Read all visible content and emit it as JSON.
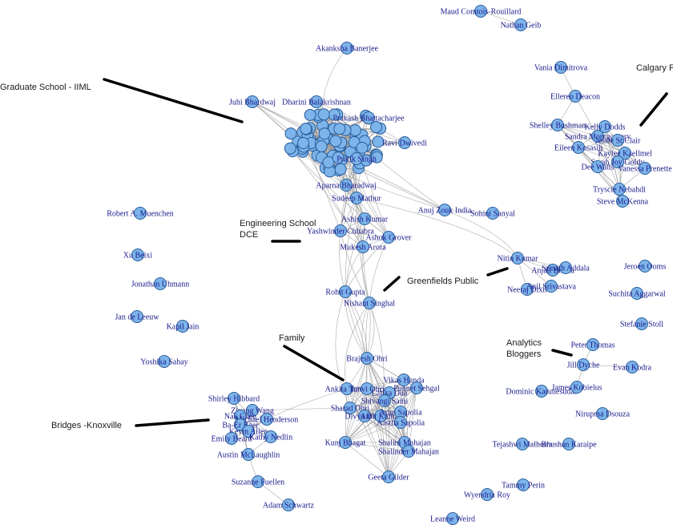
{
  "colors": {
    "node_fill": "#7db4ea",
    "node_stroke": "#2a5d9a",
    "edge": "#9a9a9a",
    "label": "#1a1a8c",
    "annotation": "#1a1a1a"
  },
  "annotations": [
    {
      "id": "graduate",
      "lines": [
        "Graduate School - IIML"
      ]
    },
    {
      "id": "calgary",
      "lines": [
        "Calgary F"
      ]
    },
    {
      "id": "engineering",
      "lines": [
        "Engineering School",
        "DCE"
      ]
    },
    {
      "id": "greenfields",
      "lines": [
        "Greenfields Public"
      ]
    },
    {
      "id": "family",
      "lines": [
        "Family"
      ]
    },
    {
      "id": "analytics",
      "lines": [
        "Analytics",
        "Bloggers"
      ]
    },
    {
      "id": "bridges",
      "lines": [
        "Bridges -Knoxville"
      ]
    }
  ],
  "nodes": [
    "Maud Comtois-Rouillard",
    "Nathan Geib",
    "Akanksha Banerjee",
    "Vania Dimitrova",
    "Ellereo Deacon",
    "Juhi Bhardwaj",
    "Dharini Balakrishnan",
    "Prakash Bhattacharjee",
    "Ravi Dwivedi",
    "Pratik Singh",
    "Aparna Bharadwaj",
    "Sudeep Mathur",
    "Anuj Zouk India",
    "Sohini Sanyal",
    "Ashish Kumar",
    "Yashwinder Chhabra",
    "Ashok Grover",
    "Mukesh Arora",
    "Nitin Kumar",
    "Anjali Bhatia",
    "Srinath Addala",
    "Neeraj Dixit",
    "Anil Srivastava",
    "Rohit Gupta",
    "Nishant Singhal",
    "Shelley Bushman",
    "Kelly Dodds",
    "Sandra Montgomery",
    "Jessie St.Clair",
    "Eileen Kosasih",
    "Kaylee Kaellmel",
    "Sarah Joy Goldy",
    "Dee Watts",
    "Vanessa Prenette",
    "Tryscie Nebahdi",
    "Steve McKenna",
    "Robert A. Muenchen",
    "Xu Beixi",
    "Jonathan Uhmann",
    "Jan de Leeuw",
    "Kapil Jain",
    "Yoshika Sahay",
    "Jeroen Ooms",
    "Suchita Aggarwal",
    "Stefanie Stoll",
    "Peter Thomas",
    "Jill Dyche",
    "Evan Kodra",
    "Dominic Karunesudas",
    "James Kobielus",
    "Nirupma Dsouza",
    "Tejashwi Malhotra",
    "Bhushan Karaipe",
    "Tammy Perin",
    "Wyendria Roy",
    "Leanne Weird",
    "Brajesh Ohri",
    "Ankita Tuteja",
    "Tanvi Ohri",
    "Vikas Handa",
    "Punnet Sehgal",
    "Latika Dua",
    "Shivangi Saini",
    "Sharad Ohri",
    "Divya Dhall",
    "Amit Kumar",
    "Arun Sapolia",
    "Aastha Sapolia",
    "Kunj Bhagat",
    "Shalini Mahajan",
    "Shalinder Mahajan",
    "Geeta Gilder",
    "Shirley Hibbard",
    "Ziyang Wang",
    "Nak Chen",
    "Michael Henderson",
    "Ba-Er Baer",
    "Kevin Allen",
    "Kathy Nedlin",
    "Emily Beard",
    "Austin McLaughlin",
    "Suzanne Fuellen",
    "Adam Schwartz"
  ]
}
